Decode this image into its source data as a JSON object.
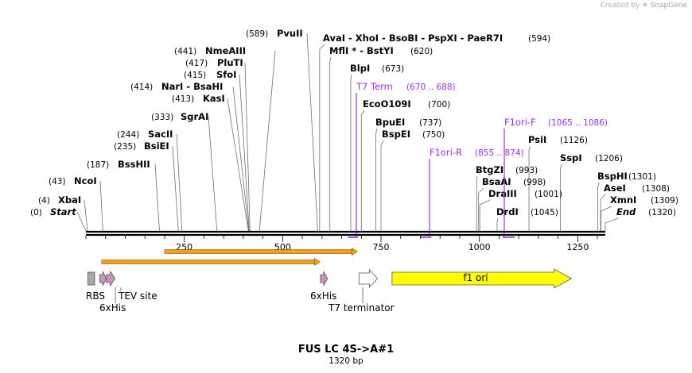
{
  "credit": {
    "prefix": "Created by",
    "brand": "SnapGene"
  },
  "map": {
    "title": "FUS LC 4S->A#1",
    "length_label": "1320 bp",
    "total_bp": 1320,
    "ruler_ticks": [
      {
        "bp": 250,
        "label": "250"
      },
      {
        "bp": 500,
        "label": "500"
      },
      {
        "bp": 750,
        "label": "750"
      },
      {
        "bp": 1000,
        "label": "1000"
      },
      {
        "bp": 1250,
        "label": "1250"
      }
    ],
    "sites": [
      {
        "name": "Start",
        "pos": "(0)",
        "bp": 0,
        "italic": true
      },
      {
        "name": "XbaI",
        "pos": "(4)",
        "bp": 4
      },
      {
        "name": "NcoI",
        "pos": "(43)",
        "bp": 43
      },
      {
        "name": "BssHII",
        "pos": "(187)",
        "bp": 187
      },
      {
        "name": "BsiEI",
        "pos": "(235)",
        "bp": 235
      },
      {
        "name": "SacII",
        "pos": "(244)",
        "bp": 244
      },
      {
        "name": "SgrAI",
        "pos": "(333)",
        "bp": 333
      },
      {
        "name": "KasI",
        "pos": "(413)",
        "bp": 413
      },
      {
        "name": "NarI - BsaHI",
        "pos": "(414)",
        "bp": 414
      },
      {
        "name": "SfoI",
        "pos": "(415)",
        "bp": 415
      },
      {
        "name": "PluTI",
        "pos": "(417)",
        "bp": 417
      },
      {
        "name": "NmeAIII",
        "pos": "(441)",
        "bp": 441
      },
      {
        "name": "PvuII",
        "pos": "(589)",
        "bp": 589
      },
      {
        "name": "AvaI - XhoI - BsoBI - PspXI - PaeR7I",
        "pos": "(594)",
        "bp": 594
      },
      {
        "name": "MflI * - BstYI",
        "pos": "(620)",
        "bp": 620
      },
      {
        "name": "BlpI",
        "pos": "(673)",
        "bp": 673
      },
      {
        "name": "EcoO109I",
        "pos": "(700)",
        "bp": 700
      },
      {
        "name": "BpuEI",
        "pos": "(737)",
        "bp": 737
      },
      {
        "name": "BspEI",
        "pos": "(750)",
        "bp": 750
      },
      {
        "name": "BtgZI",
        "pos": "(993)",
        "bp": 993
      },
      {
        "name": "BsaAI",
        "pos": "(998)",
        "bp": 998
      },
      {
        "name": "DraIII",
        "pos": "(1001)",
        "bp": 1001
      },
      {
        "name": "DrdI",
        "pos": "(1045)",
        "bp": 1045
      },
      {
        "name": "PsiI",
        "pos": "(1126)",
        "bp": 1126
      },
      {
        "name": "SspI",
        "pos": "(1206)",
        "bp": 1206
      },
      {
        "name": "BspHI",
        "pos": "(1301)",
        "bp": 1301
      },
      {
        "name": "AseI",
        "pos": "(1308)",
        "bp": 1308
      },
      {
        "name": "XmnI",
        "pos": "(1309)",
        "bp": 1309
      },
      {
        "name": "End",
        "pos": "(1320)",
        "bp": 1320,
        "italic": true
      }
    ],
    "primers": [
      {
        "name": "T7 Term",
        "range": "(670 .. 688)",
        "from": 670,
        "to": 688,
        "color": "#9b30d9"
      },
      {
        "name": "F1ori-R",
        "range": "(855 .. 874)",
        "from": 855,
        "to": 874,
        "color": "#9b30d9"
      },
      {
        "name": "F1ori-F",
        "range": "(1065 .. 1086)",
        "from": 1065,
        "to": 1086,
        "color": "#9b30d9"
      }
    ],
    "orfs": [
      {
        "from": 40,
        "to": 595,
        "color": "#f0a020"
      },
      {
        "from": 200,
        "to": 690,
        "color": "#f0a020"
      }
    ],
    "features": [
      {
        "name": "RBS",
        "shape": "box",
        "from": 5,
        "to": 10,
        "color": "#a8a8a8"
      },
      {
        "name": "6xHis",
        "shape": "arrow",
        "from": 35,
        "to": 52,
        "color": "#c795b8"
      },
      {
        "name": "TEV site",
        "shape": "arrow",
        "from": 52,
        "to": 74,
        "color": "#c795b8"
      },
      {
        "name": "6xHis",
        "shape": "arrow",
        "from": 596,
        "to": 614,
        "color": "#c795b8"
      },
      {
        "name": "T7 terminator",
        "shape": "arrow",
        "from": 694,
        "to": 741,
        "color": "#ffffff"
      },
      {
        "name": "f1 ori",
        "shape": "arrow",
        "from": 778,
        "to": 1234,
        "color": "#ffff00"
      }
    ]
  }
}
